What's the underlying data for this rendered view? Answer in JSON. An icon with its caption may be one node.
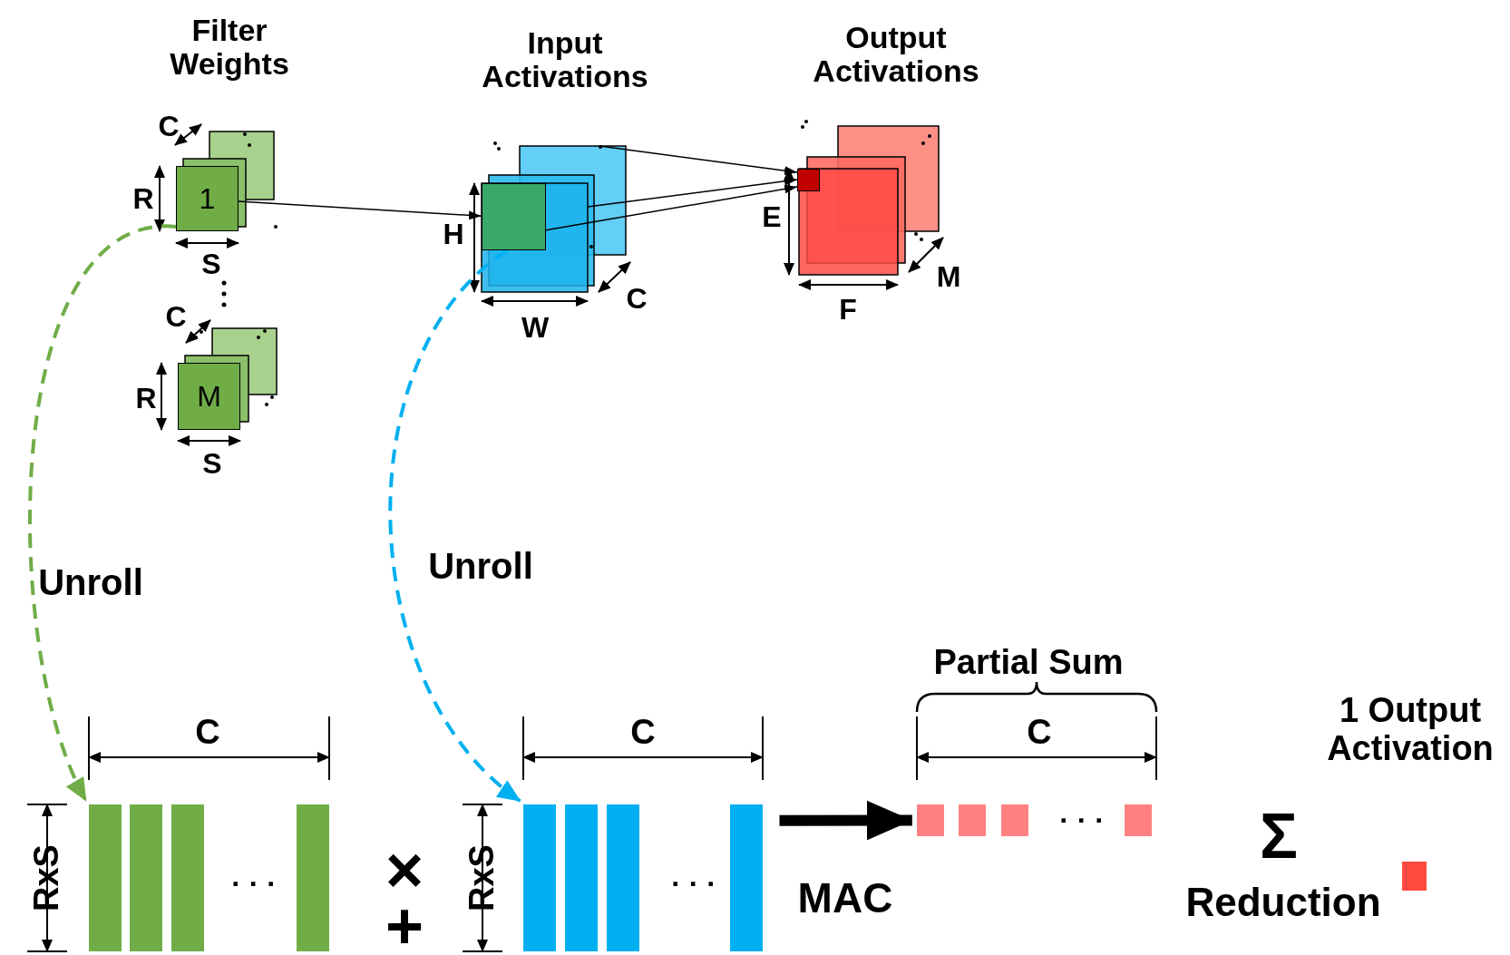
{
  "diagram": {
    "nodes": [
      {
        "text": [
          "1"
        ]
      },
      {
        "text": [
          "M"
        ]
      },
      {
        "text": [],
        "shape": "box"
      },
      {
        "text": [],
        "shape": "box"
      },
      {
        "text": [],
        "shape": "bar"
      },
      {
        "text": [],
        "shape": "bar"
      },
      {
        "text": [],
        "shape": "box"
      },
      {
        "text": [],
        "shape": "box"
      }
    ],
    "edges": [
      {
        "from": 0,
        "to": 2,
        "arrow": "to"
      },
      {
        "from": 2,
        "to": 3,
        "arrow": "to"
      },
      {
        "from": 2,
        "to": 3,
        "arrow": "to"
      },
      {
        "from": 2,
        "to": 3,
        "arrow": "to"
      },
      {
        "from": 0,
        "to": 4,
        "arrow": "to",
        "label": "Unroll",
        "style": "dashed",
        "color": "#70ad47"
      },
      {
        "from": 2,
        "to": 5,
        "arrow": "to",
        "label": "Unroll",
        "style": "dashed",
        "color": "#00b0f0"
      },
      {
        "from": 5,
        "to": 6,
        "arrow": "to",
        "label": "MAC",
        "style": "thick"
      }
    ],
    "labels": [
      "Filter Weights",
      "C",
      "R",
      "S",
      "C",
      "R",
      "S",
      "Input Activations",
      "H",
      "W",
      "C",
      "Output Activations",
      "E",
      "F",
      "M",
      "C",
      "RxS",
      "· · ·",
      "×",
      "+",
      "C",
      "RxS",
      "· · ·",
      "Partial Sum",
      "C",
      "· · ·",
      "1 Output Activation",
      "Σ",
      "Reduction"
    ]
  }
}
